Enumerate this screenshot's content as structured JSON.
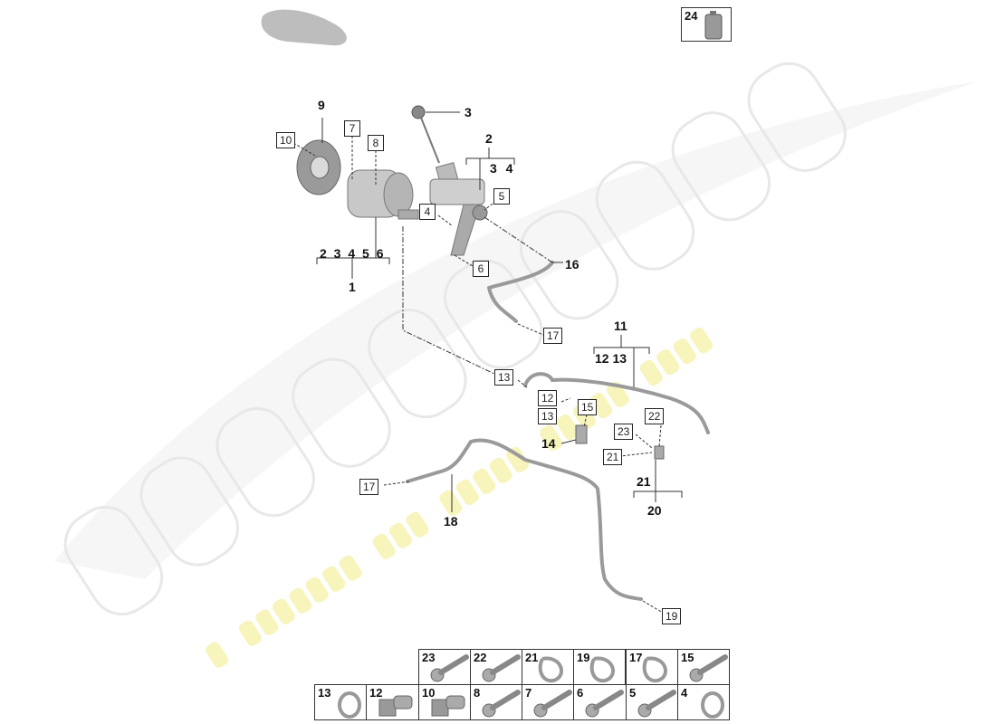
{
  "watermark": {
    "brand": "eurospares",
    "tagline": "a passion for parts since 1985",
    "brand_color": "#e8e8e8",
    "tagline_color": "#f3f0a0"
  },
  "callouts": {
    "c9": "9",
    "b10": "10",
    "b7": "7",
    "b8": "8",
    "group1_items": "2 3 4 5 6",
    "c1": "1",
    "c3": "3",
    "c2": "2",
    "group2_items": "3 4",
    "b5": "5",
    "b4": "4",
    "b6": "6",
    "c16": "16",
    "b17a": "17",
    "c11": "11",
    "group11_items": "12 13",
    "b13a": "13",
    "b12": "12",
    "b13b": "13",
    "b15": "15",
    "c14": "14",
    "b23": "23",
    "b22": "22",
    "b21": "21",
    "c21": "21",
    "c20": "20",
    "b17b": "17",
    "c18": "18",
    "b19": "19",
    "b24": "24"
  },
  "parts_table": {
    "row1": [
      "23",
      "22",
      "21",
      "19",
      "17",
      "15"
    ],
    "row2": [
      "13",
      "12",
      "10",
      "8",
      "7",
      "6",
      "5",
      "4"
    ]
  }
}
